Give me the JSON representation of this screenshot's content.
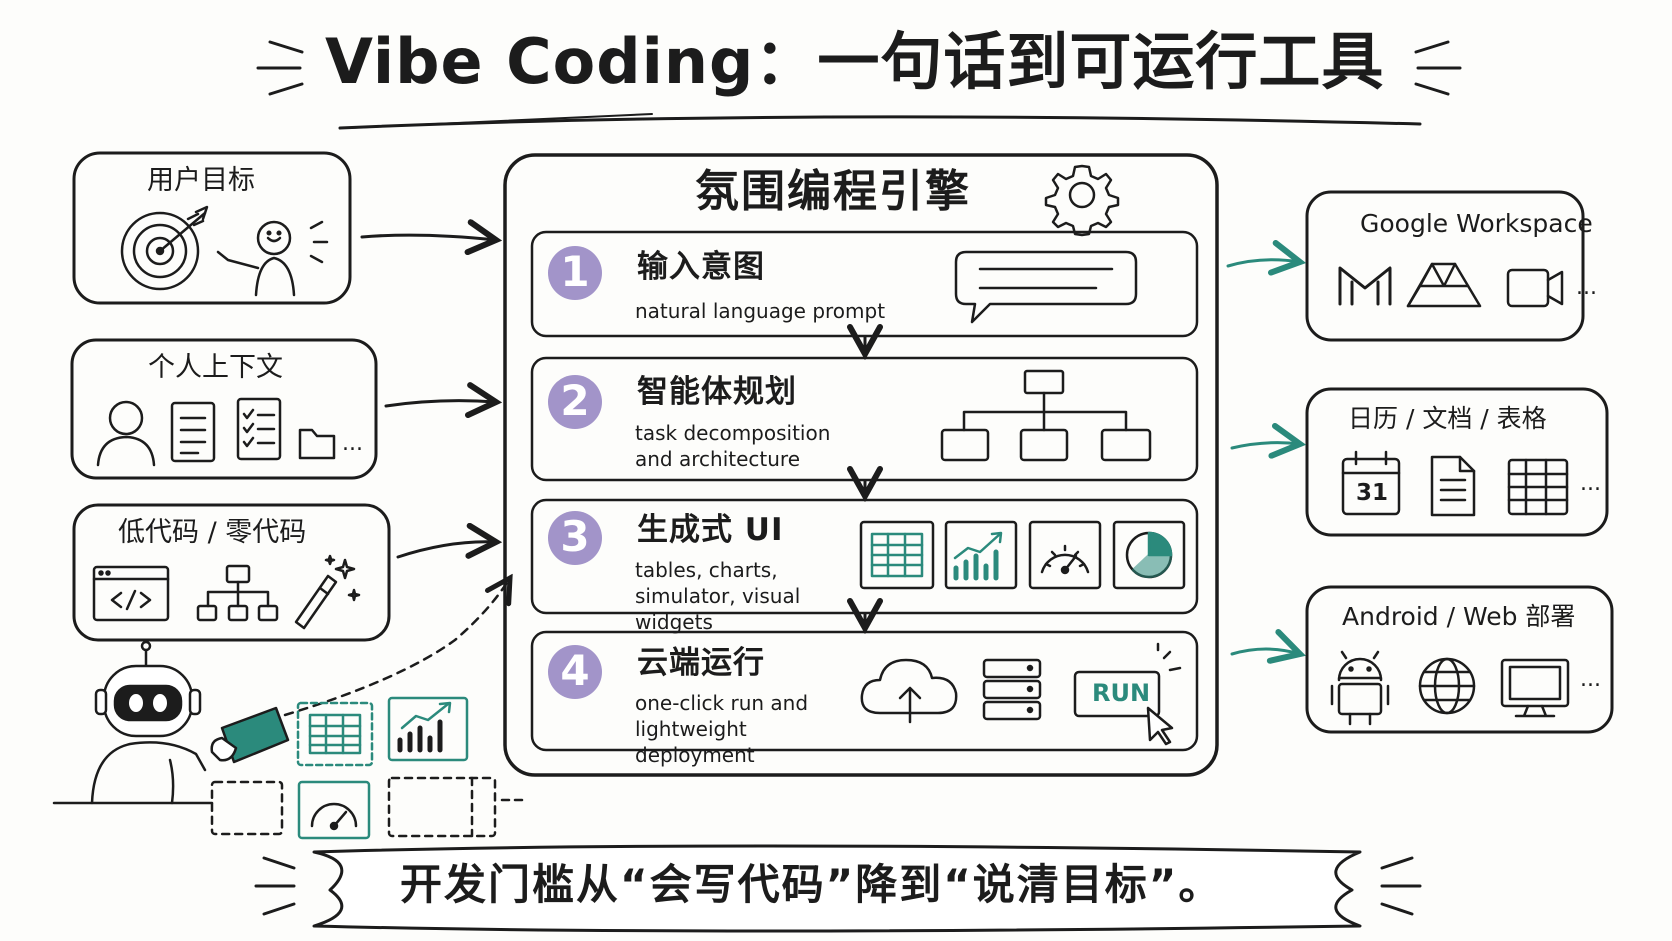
{
  "title": "Vibe Coding：一句话到可运行工具",
  "left_inputs": [
    {
      "title": "用户目标",
      "icons": [
        "target-icon",
        "person-pointing-icon"
      ]
    },
    {
      "title": "个人上下文",
      "icons": [
        "user-icon",
        "document-icon",
        "checklist-icon",
        "folder-icon"
      ],
      "more": "..."
    },
    {
      "title": "低代码 / 零代码",
      "icons": [
        "code-window-icon",
        "flowchart-icon",
        "magic-wand-icon"
      ]
    }
  ],
  "engine": {
    "title": "氛围编程引擎",
    "icon": "gear-icon",
    "steps": [
      {
        "num": "1",
        "title": "输入意图",
        "subtitle": "natural language prompt",
        "icons": [
          "chat-bubble-icon"
        ]
      },
      {
        "num": "2",
        "title": "智能体规划",
        "subtitle": "task decomposition and architecture",
        "icons": [
          "tree-diagram-icon"
        ]
      },
      {
        "num": "3",
        "title": "生成式 UI",
        "subtitle": "tables, charts, simulator, visual widgets",
        "icons": [
          "table-icon",
          "bar-chart-icon",
          "gauge-icon",
          "pie-chart-icon"
        ]
      },
      {
        "num": "4",
        "title": "云端运行",
        "subtitle": "one-click run and lightweight deployment",
        "icons": [
          "cloud-upload-icon",
          "server-icon",
          "run-button-icon"
        ],
        "run_label": "RUN"
      }
    ]
  },
  "outputs": [
    {
      "title": "Google Workspace",
      "icons": [
        "gmail-icon",
        "drive-icon",
        "meet-icon"
      ],
      "more": "..."
    },
    {
      "title": "日历 / 文档 / 表格",
      "icons": [
        "calendar-icon",
        "doc-icon",
        "sheet-icon"
      ],
      "calendar_day": "31",
      "more": "..."
    },
    {
      "title": "Android / Web 部署",
      "icons": [
        "android-icon",
        "globe-icon",
        "monitor-icon"
      ],
      "more": "..."
    }
  ],
  "robot": {
    "icons": [
      "robot-icon",
      "tablet-icon",
      "table-icon",
      "chart-up-icon",
      "gauge-icon"
    ]
  },
  "banner": "开发门槛从“会写代码”降到“说清目标”。",
  "colors": {
    "accent_purple": "#a294c9",
    "accent_teal": "#2b8a7c",
    "ink": "#1c1c1c"
  }
}
